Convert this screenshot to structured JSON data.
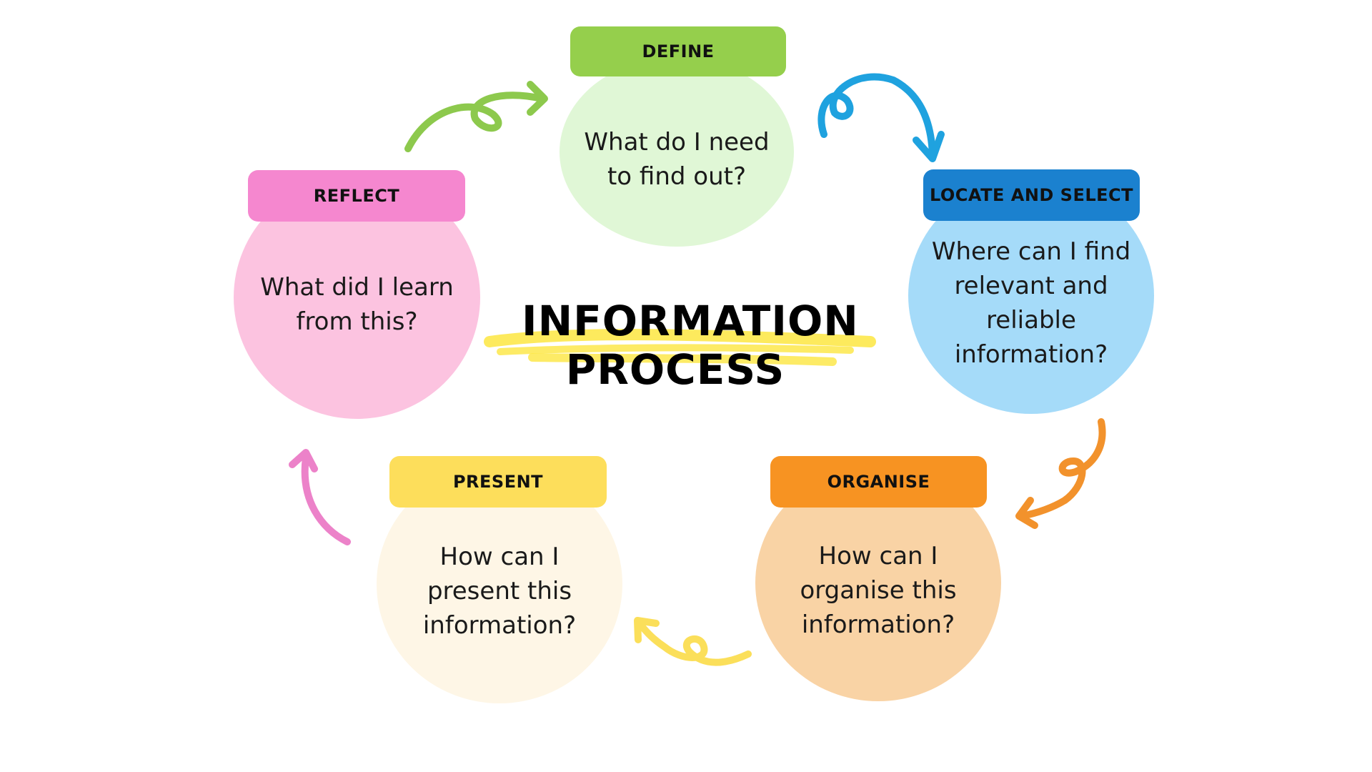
{
  "diagram": {
    "title_line1": "INFORMATION",
    "title_line2": "PROCESS",
    "highlight_color": "#fde84b",
    "steps": [
      {
        "id": "define",
        "label": "DEFINE",
        "text": "What do I need\nto find out?",
        "label_color": "#95cf4c",
        "circle_color": "#e0f7d6"
      },
      {
        "id": "locate-and-select",
        "label": "LOCATE AND SELECT",
        "text": "Where can I find\nrelevant and\nreliable\ninformation?",
        "label_color": "#1b81cf",
        "circle_color": "#a5dbf9"
      },
      {
        "id": "organise",
        "label": "ORGANISE",
        "text": "How can I\norganise this\ninformation?",
        "label_color": "#f79322",
        "circle_color": "#f9d3a5"
      },
      {
        "id": "present",
        "label": "PRESENT",
        "text": "How can I\npresent this\ninformation?",
        "label_color": "#fdde5b",
        "circle_color": "#fef6e6"
      },
      {
        "id": "reflect",
        "label": "REFLECT",
        "text": "What did I learn\nfrom this?",
        "label_color": "#f587cf",
        "circle_color": "#fcc3e0"
      }
    ],
    "arrow_colors": {
      "reflect_to_define": "#8dc94d",
      "define_to_locate": "#1fa2df",
      "locate_to_organise": "#f2922c",
      "organise_to_present": "#fbdf5a",
      "present_to_reflect": "#ec82c9"
    }
  }
}
